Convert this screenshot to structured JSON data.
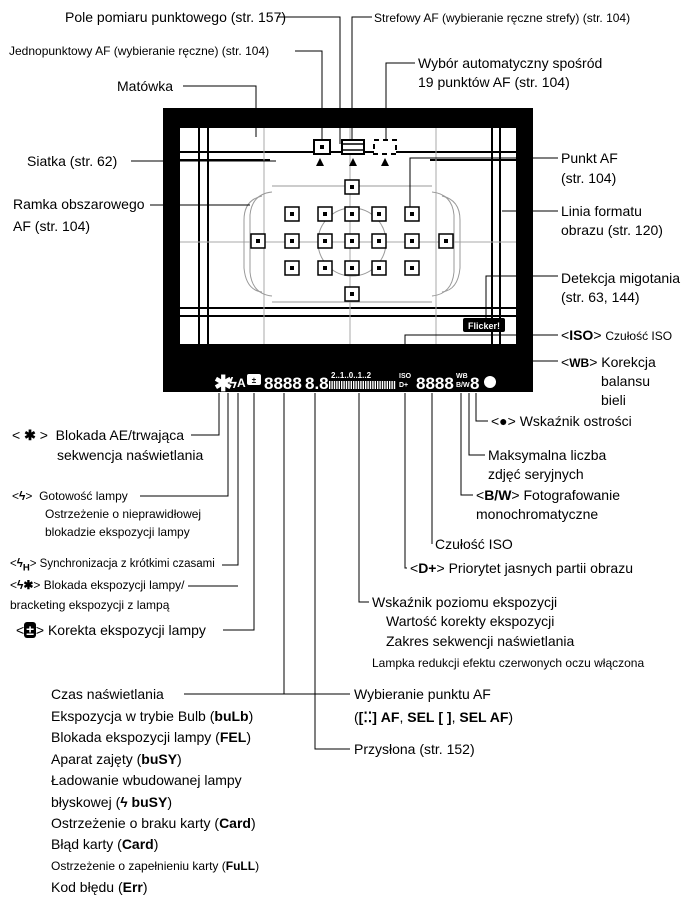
{
  "top": {
    "spot_metering": "Pole pomiaru punktowego (str. 157)",
    "zone_af": "Strefowy AF (wybieranie ręczne strefy) (str. 104)",
    "single_point_af": "Jednopunktowy AF (wybieranie ręczne) (str. 104)",
    "auto_select_l1": "Wybór automatyczny spośród",
    "auto_select_l2": "19 punktów AF (str. 104)",
    "focusing_screen": "Matówka"
  },
  "left": {
    "grid": "Siatka (str. 62)",
    "area_frame_l1": "Ramka obszarowego",
    "area_frame_l2": "AF (str. 104)"
  },
  "right": {
    "af_point_l1": "Punkt AF",
    "af_point_l2": "(str. 104)",
    "aspect_line_l1": "Linia formatu",
    "aspect_line_l2": "obrazu (str. 120)",
    "flicker_l1": "Detekcja migotania",
    "flicker_l2": "(str. 63, 144)",
    "flicker_icon": "Flicker!",
    "iso_sym": "ISO",
    "iso_speed": "Czułość ISO",
    "wb_sym": "WB",
    "wb_corr_l1": "Korekcja",
    "wb_corr_l2": "balansu",
    "wb_corr_l3": "bieli",
    "focus_ind": "Wskaźnik ostrości",
    "max_burst_l1": "Maksymalna liczba",
    "max_burst_l2": "zdjęć seryjnych",
    "bw_sym": "B/W",
    "bw_l1": "Fotografowanie",
    "bw_l2": "monochromatyczne",
    "iso_speed2": "Czułość ISO",
    "d_plus_sym": "D+",
    "highlight_priority": "Priorytet jasnych partii obrazu"
  },
  "lower_left": {
    "ae_lock_l1": "Blokada AE/trwająca",
    "ae_lock_l2": "sekwencja naświetlania",
    "flash_ready_l1": "Gotowość lampy",
    "flash_ready_l2": "Ostrzeżenie o nieprawidłowej",
    "flash_ready_l3": "blokadzie ekspozycji lampy",
    "hs_sync": "Synchronizacja z krótkimi czasami",
    "hs_sub": "H",
    "fe_lock_l1": "Blokada ekspozycji lampy/",
    "fe_lock_l2": "bracketing ekspozycji z lampą",
    "flash_comp": "Korekta ekspozycji lampy"
  },
  "center": {
    "exp_level": "Wskaźnik poziomu ekspozycji",
    "exp_comp": "Wartość korekty ekspozycji",
    "aeb_range": "Zakres sekwencji naświetlania",
    "red_eye": "Lampka redukcji efektu czerwonych oczu włączona"
  },
  "bottom": {
    "shutter": "Czas naświetlania",
    "bulb_pre": "Ekspozycja w trybie Bulb (",
    "bulb_code": "buLb",
    "fel_pre": "Blokada ekspozycji lampy (",
    "fel_code": "FEL",
    "busy_pre": "Aparat zajęty (",
    "busy_code": "buSY",
    "charge_l1": "Ładowanie wbudowanej lampy",
    "charge_pre": "błyskowej (",
    "charge_code": "ϟ buSY",
    "nocard_pre": "Ostrzeżenie o braku karty (",
    "nocard_code": "Card",
    "carderr_pre": "Błąd karty (",
    "carderr_code": "Card",
    "cardfull_pre": "Ostrzeżenie o zapełnieniu karty (",
    "cardfull_code": "FuLL",
    "errcode_pre": "Kod błędu (",
    "errcode_code": "Err",
    "close": ")",
    "af_select": "Wybieranie punktu AF",
    "af_opt1": "AF",
    "af_opt2": "SEL",
    "af_opt3": "SEL AF",
    "aperture": "Przysłona (str. 152)"
  },
  "lcd": {
    "shutter_digits": "8888",
    "aperture_digits": "8.8",
    "iso_digits": "8888",
    "burst_digit": "8",
    "scale_text": "2..1..0..1..2"
  }
}
